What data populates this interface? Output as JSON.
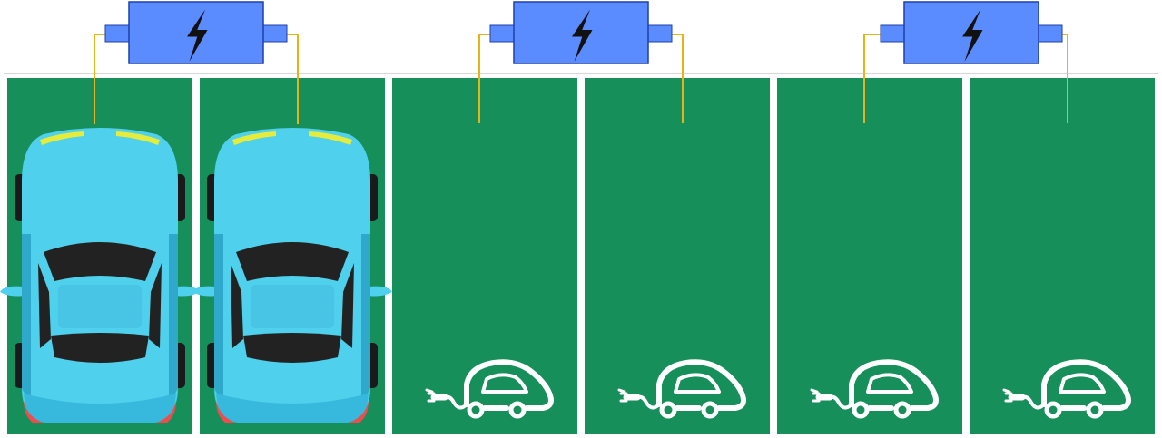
{
  "scene": {
    "colors": {
      "background": "#ffffff",
      "lot_green": "#168f5a",
      "stripe_white": "#ffffff",
      "charger_body": "#5b8cff",
      "charger_outline": "#1f3fa8",
      "bolt": "#111111",
      "cable": "#e7b417",
      "car_body": "#4fd0ec",
      "car_shade": "#2ea9cc",
      "car_glass": "#222222",
      "car_light_front": "#e5ec3c",
      "car_light_rear": "#ef4d4d",
      "ev_icon": "#ffffff"
    },
    "chargers": [
      {
        "icon": "lightning-bolt-icon",
        "serves_spots": [
          0,
          1
        ]
      },
      {
        "icon": "lightning-bolt-icon",
        "serves_spots": [
          2,
          3
        ]
      },
      {
        "icon": "lightning-bolt-icon",
        "serves_spots": [
          4,
          5
        ]
      }
    ],
    "spots": [
      {
        "occupied": true,
        "content": "car-top-view"
      },
      {
        "occupied": true,
        "content": "car-top-view"
      },
      {
        "occupied": false,
        "content": "ev-charging-symbol-icon"
      },
      {
        "occupied": false,
        "content": "ev-charging-symbol-icon"
      },
      {
        "occupied": false,
        "content": "ev-charging-symbol-icon"
      },
      {
        "occupied": false,
        "content": "ev-charging-symbol-icon"
      }
    ]
  }
}
